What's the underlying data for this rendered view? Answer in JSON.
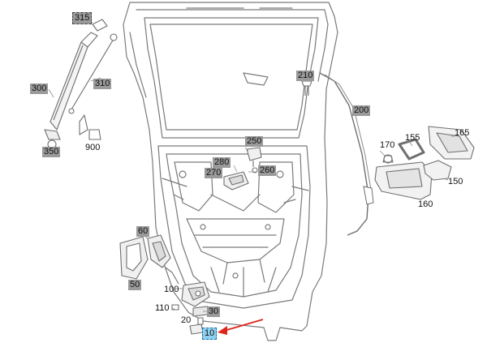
{
  "callouts": {
    "c315": "315",
    "c300": "300",
    "c310": "310",
    "c350": "350",
    "c900": "900",
    "c210": "210",
    "c200": "200",
    "c250": "250",
    "c280": "280",
    "c270": "270",
    "c260": "260",
    "c170": "170",
    "c155": "155",
    "c165": "165",
    "c150": "150",
    "c160": "160",
    "c60": "60",
    "c50": "50",
    "c100": "100",
    "c110": "110",
    "c30": "30",
    "c20": "20",
    "c10": "10"
  },
  "colors": {
    "highlight": "#8fd0ef",
    "label_gray": "#9a9a9a",
    "arrow": "#e0241b",
    "line": "#6f6f6f"
  }
}
